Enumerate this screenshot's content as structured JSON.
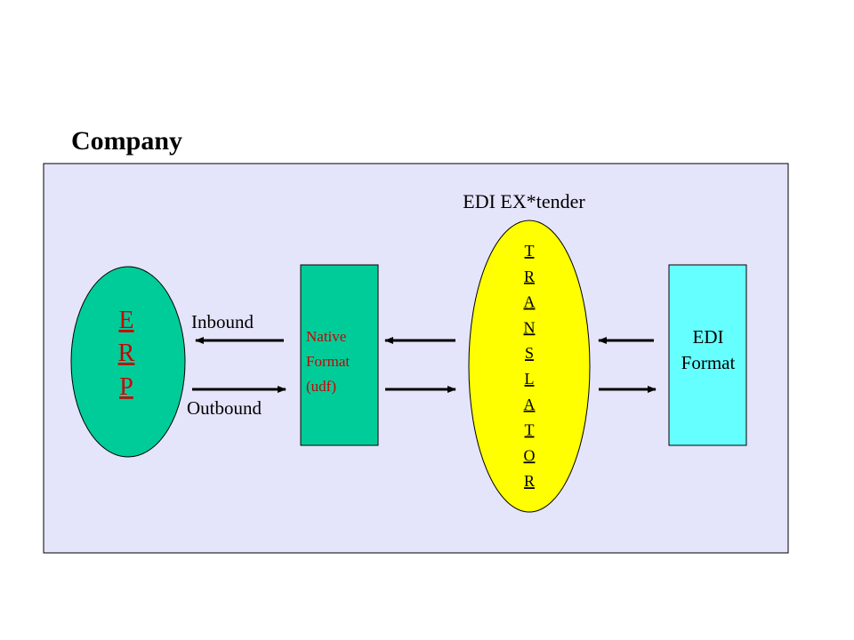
{
  "title": "Company",
  "colors": {
    "panel_fill": "#e4e4fa",
    "erp_fill": "#00cc99",
    "erp_text": "#cc0000",
    "native_fill": "#00cc99",
    "native_text": "#cc0000",
    "translator_fill": "#ffff00",
    "edi_fill": "#66ffff",
    "arrow": "#000000"
  },
  "translator_name": "EDI EX*tender",
  "erp": {
    "letters": [
      "E",
      "R",
      "P"
    ]
  },
  "native_format": {
    "lines": [
      "Native",
      "Format",
      "(udf)"
    ]
  },
  "translator": {
    "letters": [
      "T",
      "R",
      "A",
      "N",
      "S",
      "L",
      "A",
      "T",
      "O",
      "R"
    ]
  },
  "edi_format": {
    "lines": [
      "EDI",
      "Format"
    ]
  },
  "labels": {
    "inbound": "Inbound",
    "outbound": "Outbound"
  }
}
